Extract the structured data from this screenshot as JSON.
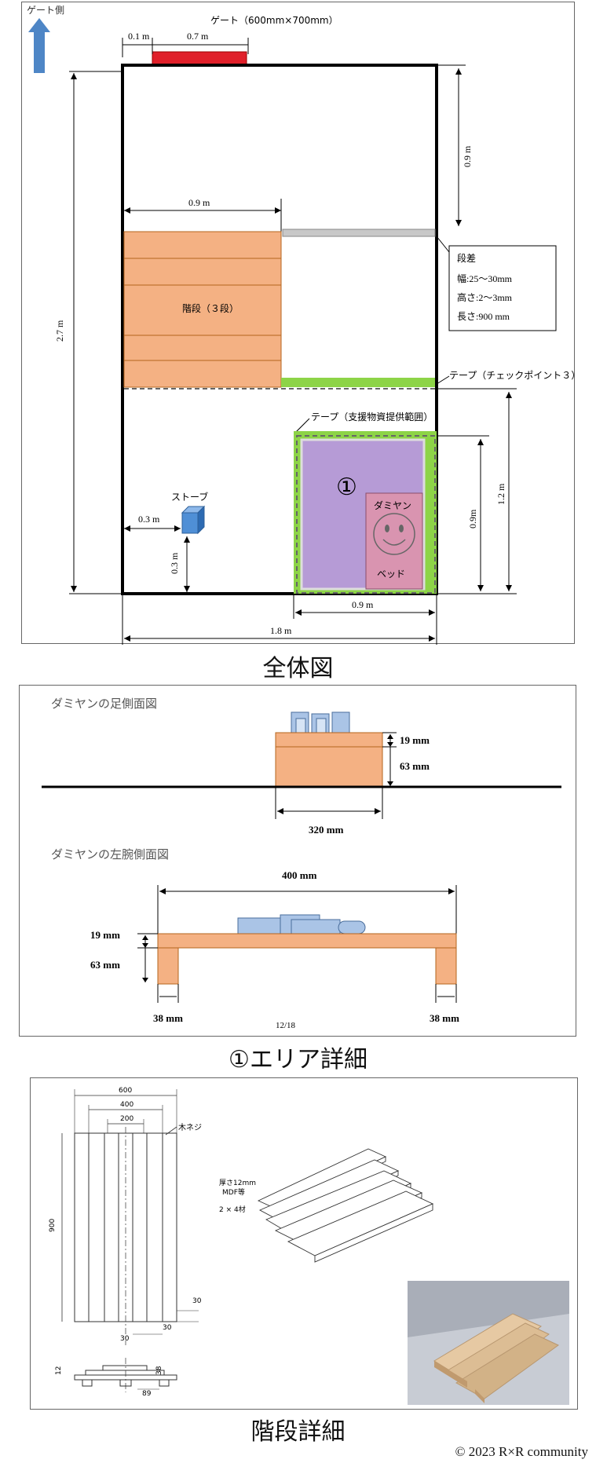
{
  "overall": {
    "gate_side": "ゲート側",
    "gate_label": "ゲート（600mm×700mm）",
    "gate_offset": "0.1 m",
    "gate_width": "0.7 m",
    "right_top_dim": "0.9 m",
    "stairs_width": "0.9 m",
    "stairs_label": "階段（３段）",
    "step_note": {
      "title": "段差",
      "width": "幅:25～30mm",
      "height": "高さ:2～3mm",
      "length": "長さ:900 mm"
    },
    "tape_checkpoint": "テープ（チェックポイント３）",
    "tape_supply": "テープ（支援物資提供範囲）",
    "height_total": "2.7 m",
    "right_dim_12": "1.2 m",
    "right_dim_09": "0.9m",
    "area_marker": "①",
    "dummy_label": "ダミヤン",
    "bed_label": "ベッド",
    "stove_label": "ストーブ",
    "stove_x": "0.3 m",
    "stove_y": "0.3 m",
    "area_width": "0.9 m",
    "total_width": "1.8 m",
    "caption": "全体図",
    "colors": {
      "gate": "#e0202a",
      "stairs": "#f4b183",
      "stairs_line": "#b5651d",
      "tape": "#8dd447",
      "area": "#b69bd6",
      "bed": "#d994b0",
      "stove": "#4f8fd6",
      "step_bar": "#c8c8c8",
      "arrow": "#4e86c6"
    }
  },
  "area_detail": {
    "foot_title": "ダミヤンの足側面図",
    "foot_dim_top": "19 mm",
    "foot_dim_bottom": "63 mm",
    "foot_width": "320 mm",
    "arm_title": "ダミヤンの左腕側面図",
    "arm_width": "400 mm",
    "arm_dim_top": "19 mm",
    "arm_dim_bottom": "63 mm",
    "leg_left": "38 mm",
    "leg_right": "38 mm",
    "page_num": "12/18",
    "caption": "①エリア詳細"
  },
  "stair_detail": {
    "dim_600": "600",
    "dim_400": "400",
    "dim_200": "200",
    "dim_900": "900",
    "screw_label": "木ネジ",
    "board_label_1": "厚さ12mm",
    "board_label_2": "MDF等",
    "lumber_label": "2 × 4材",
    "dim_30a": "30",
    "dim_30b": "30",
    "dim_30c": "30",
    "dim_12": "12",
    "dim_38": "38",
    "dim_89": "89",
    "caption": "階段詳細"
  },
  "copyright": "© 2023 R×R community"
}
